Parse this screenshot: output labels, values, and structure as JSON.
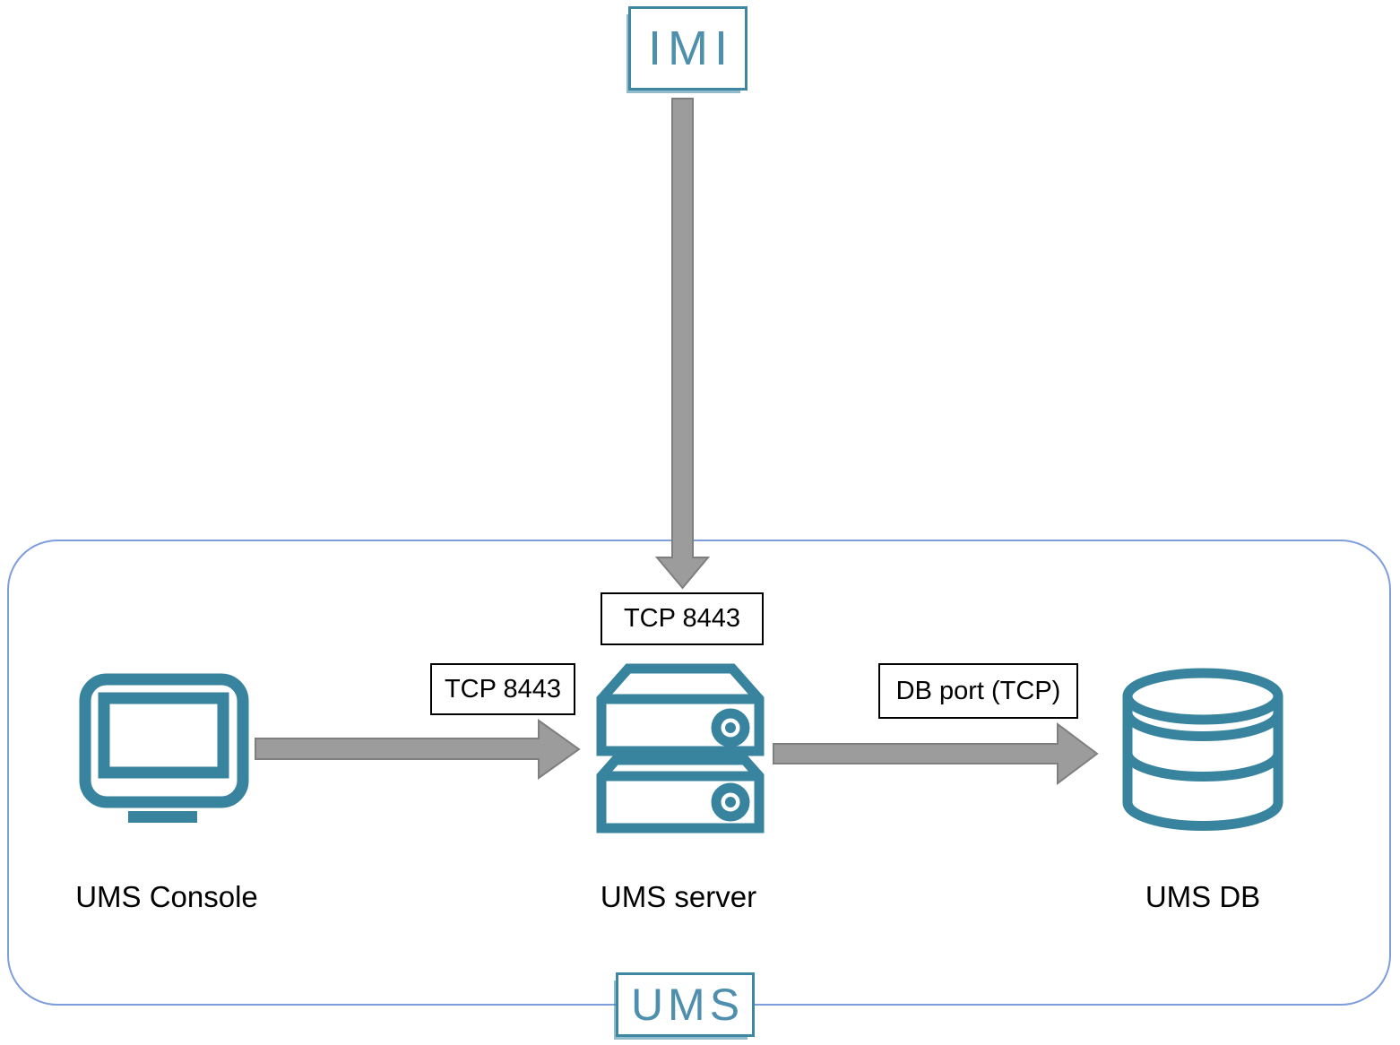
{
  "diagram": {
    "external_node": {
      "label": "IMI"
    },
    "boundary": {
      "label": "UMS"
    },
    "nodes": [
      {
        "label": "UMS Console",
        "icon": "monitor-icon"
      },
      {
        "label": "UMS server",
        "icon": "server-icon"
      },
      {
        "label": "UMS DB",
        "icon": "database-icon"
      }
    ],
    "connections": [
      {
        "from": "IMI",
        "to": "UMS server",
        "label": "TCP 8443",
        "direction": "down"
      },
      {
        "from": "UMS Console",
        "to": "UMS server",
        "label": "TCP 8443",
        "direction": "right"
      },
      {
        "from": "UMS server",
        "to": "UMS DB",
        "label": "DB port (TCP)",
        "direction": "right"
      }
    ],
    "colors": {
      "icon_teal": "#38839E",
      "logo_text": "#4E8FAE",
      "logo_border": "#3D87A3",
      "boundary_border": "#7D9EDB",
      "arrow_fill": "#9C9C9C",
      "arrow_outline": "#7F7F7F",
      "label_border": "#000000"
    }
  }
}
